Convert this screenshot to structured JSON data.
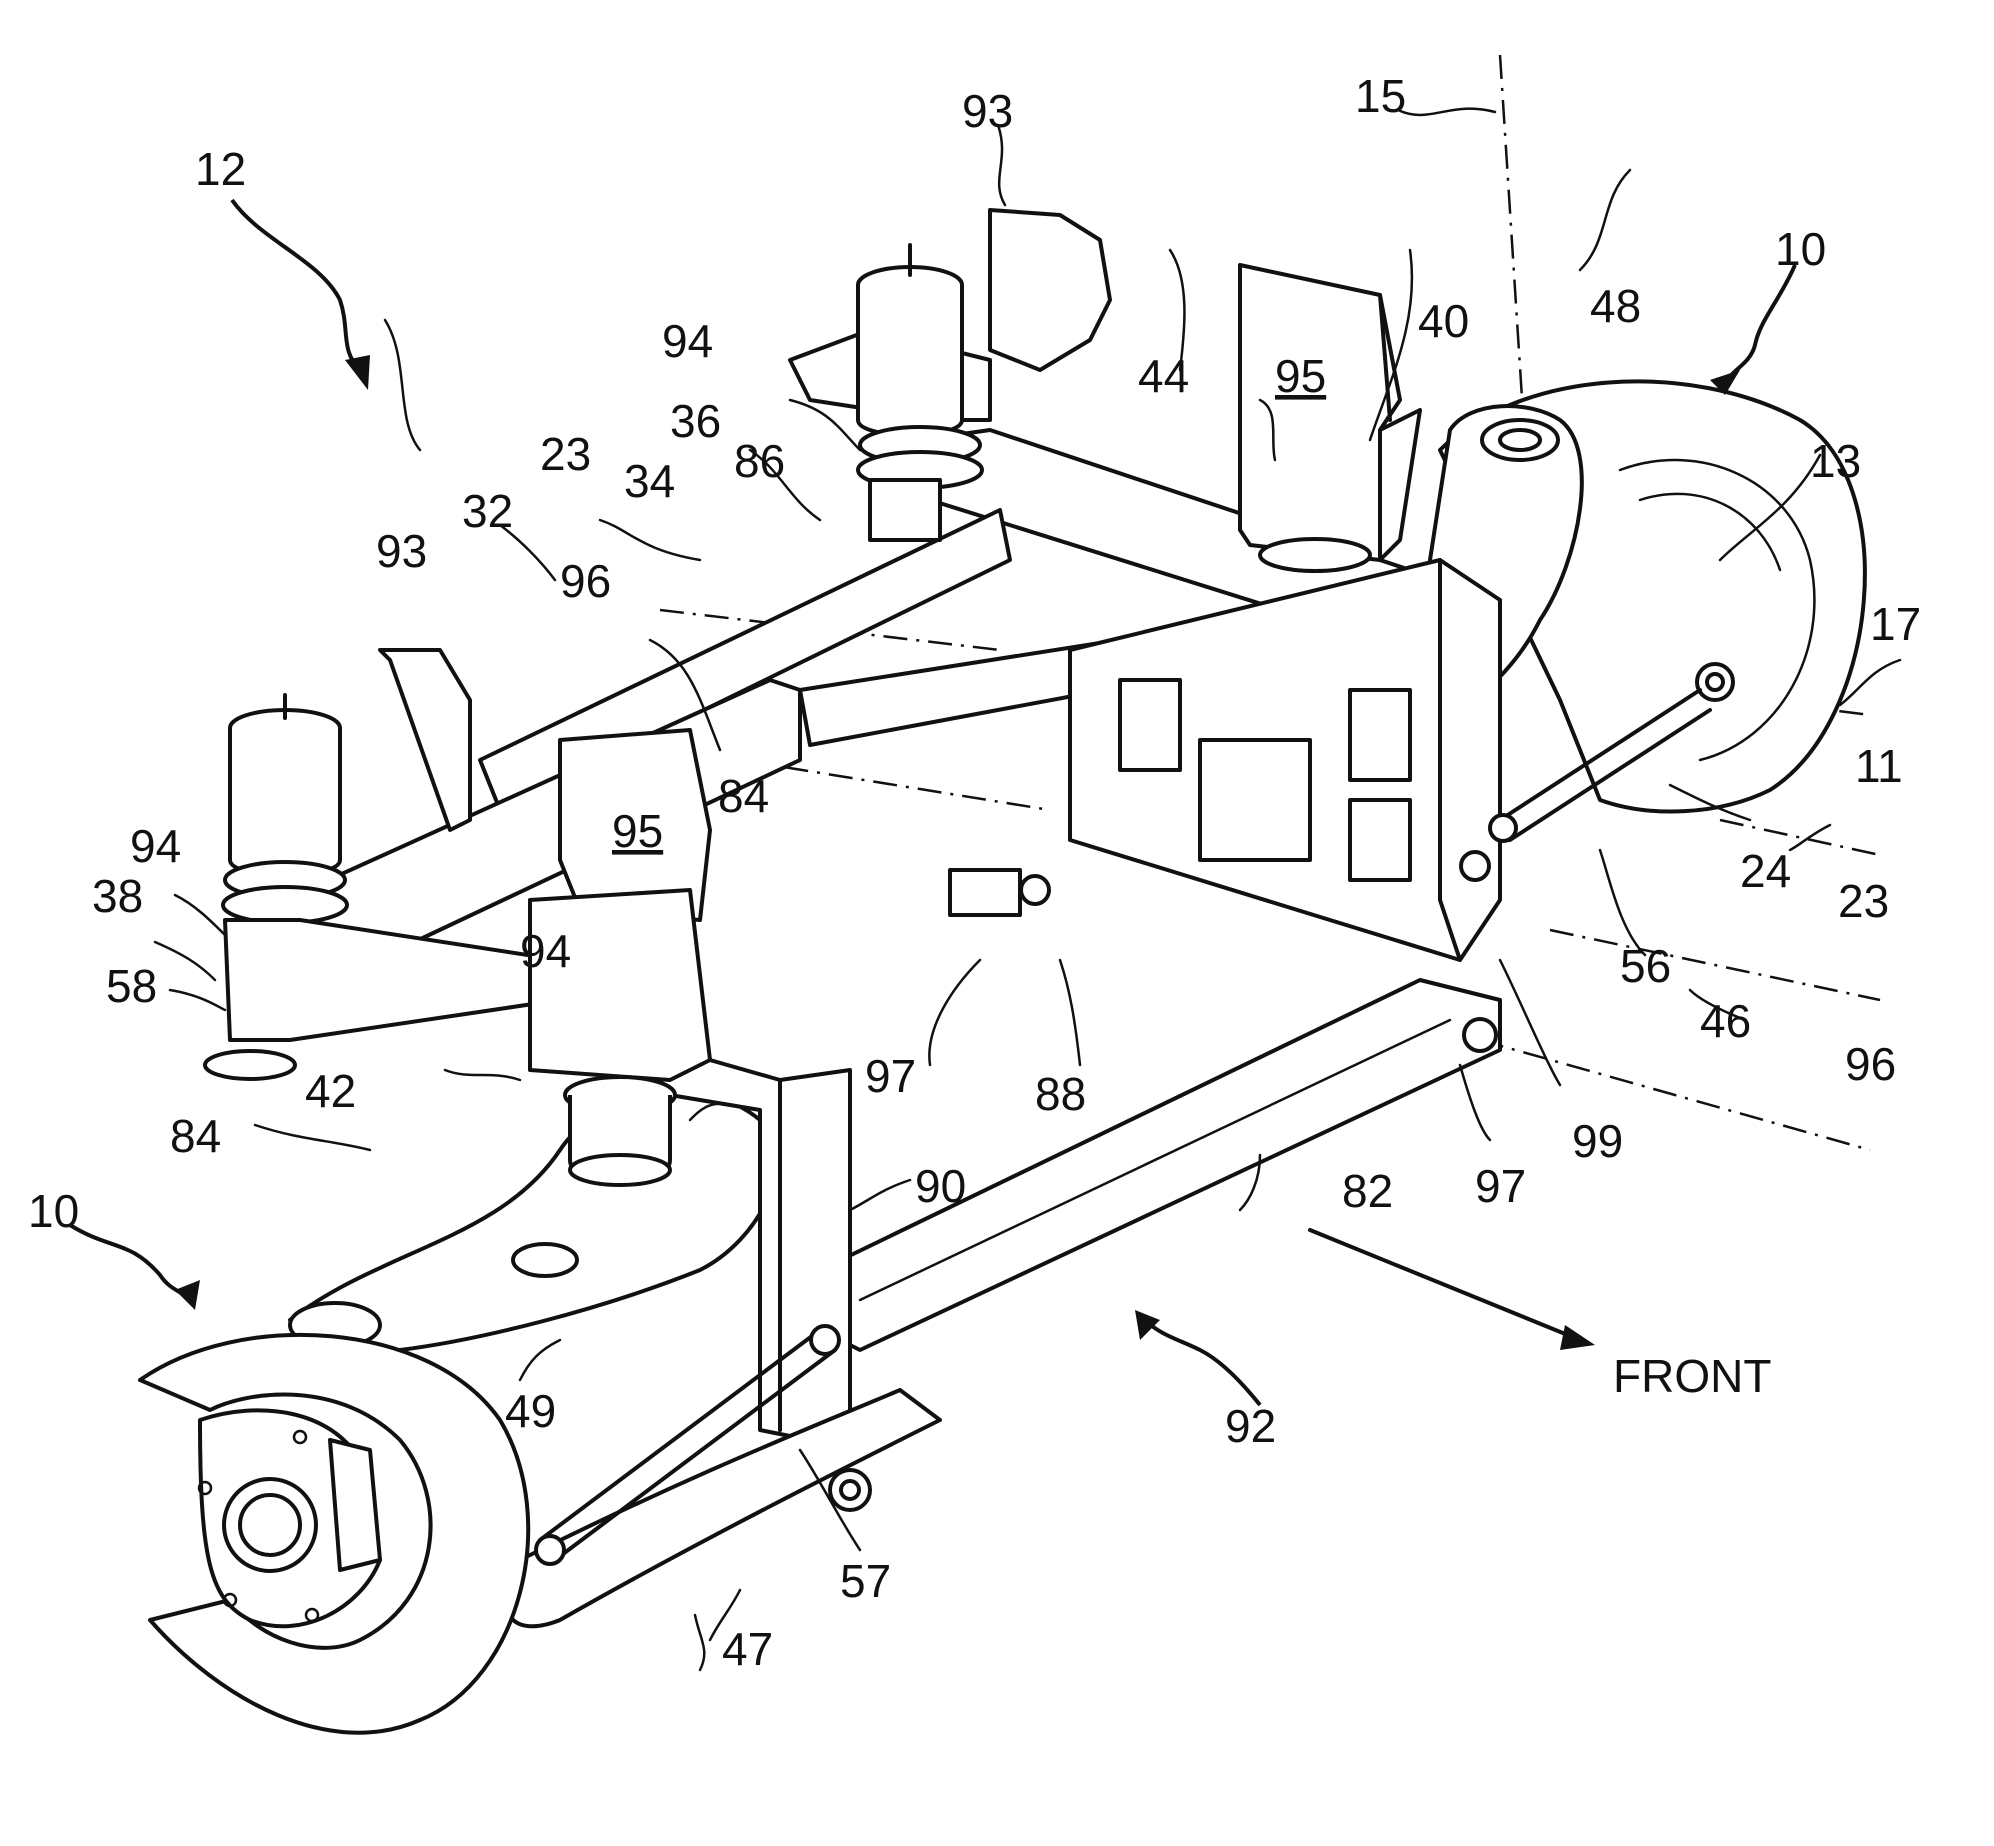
{
  "figure": {
    "direction_label": "FRONT",
    "labels": {
      "l12": "12",
      "l93a": "93",
      "l93b": "93",
      "l15": "15",
      "l10a": "10",
      "l10b": "10",
      "l48": "48",
      "l94a": "94",
      "l94b": "94",
      "l94c": "94",
      "l40": "40",
      "l95a": "95",
      "l95b": "95",
      "l44": "44",
      "l36": "36",
      "l13": "13",
      "l23a": "23",
      "l23b": "23",
      "l34": "34",
      "l86": "86",
      "l32": "32",
      "l17": "17",
      "l96a": "96",
      "l96b": "96",
      "l11": "11",
      "l84a": "84",
      "l84b": "84",
      "l38": "38",
      "l24": "24",
      "l58": "58",
      "l56": "56",
      "l46": "46",
      "l42": "42",
      "l97a": "97",
      "l97b": "97",
      "l88": "88",
      "l99": "99",
      "l90": "90",
      "l82": "82",
      "l49": "49",
      "l92": "92",
      "l57": "57",
      "l47": "47"
    }
  }
}
